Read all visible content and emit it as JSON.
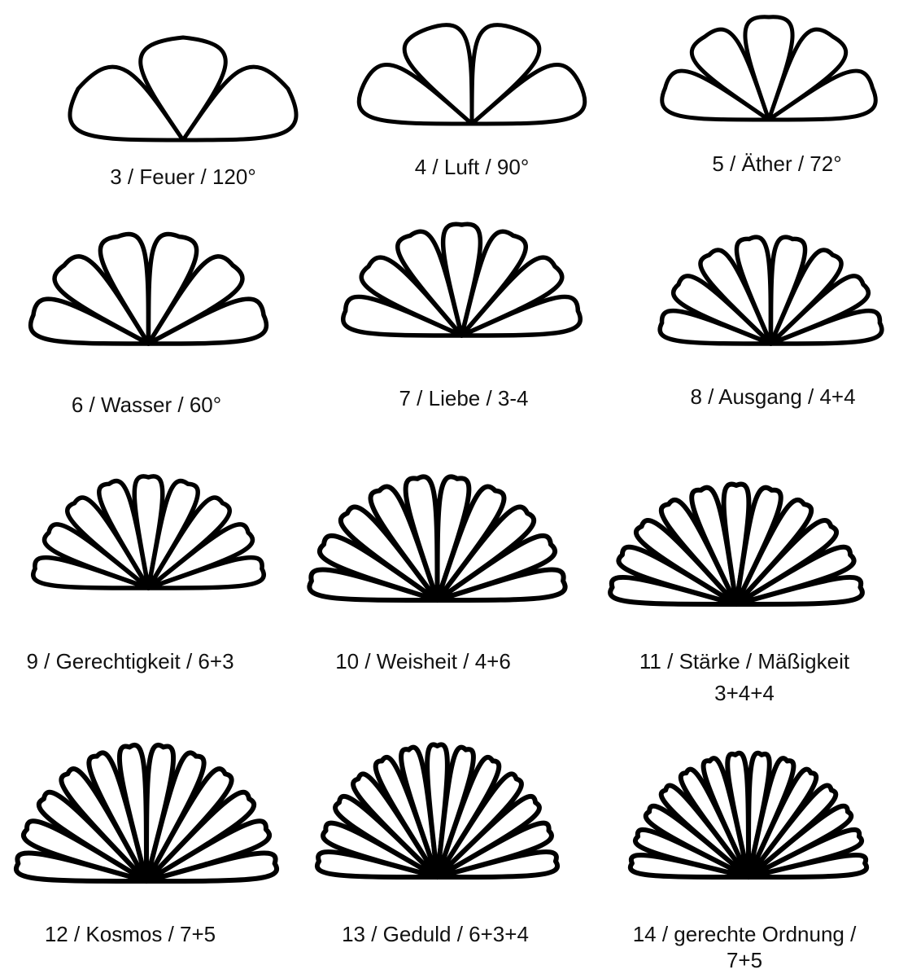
{
  "figures": [
    {
      "petals": 3,
      "label": "3 / Feuer / 120°"
    },
    {
      "petals": 4,
      "label": "4 / Luft / 90°"
    },
    {
      "petals": 5,
      "label": "5 / Äther / 72°"
    },
    {
      "petals": 6,
      "label": "6 / Wasser / 60°"
    },
    {
      "petals": 7,
      "label": "7 / Liebe / 3-4"
    },
    {
      "petals": 8,
      "label": "8 / Ausgang / 4+4"
    },
    {
      "petals": 9,
      "label": "9 / Gerechtigkeit / 6+3"
    },
    {
      "petals": 10,
      "label": "10 / Weisheit / 4+6"
    },
    {
      "petals": 11,
      "label": "11 / Stärke / Mäßigkeit",
      "label2": "3+4+4"
    },
    {
      "petals": 12,
      "label": "12 / Kosmos / 7+5"
    },
    {
      "petals": 13,
      "label": "13 / Geduld / 6+3+4"
    },
    {
      "petals": 14,
      "label": "14 / gerechte Ordnung /",
      "label2": "7+5"
    }
  ]
}
